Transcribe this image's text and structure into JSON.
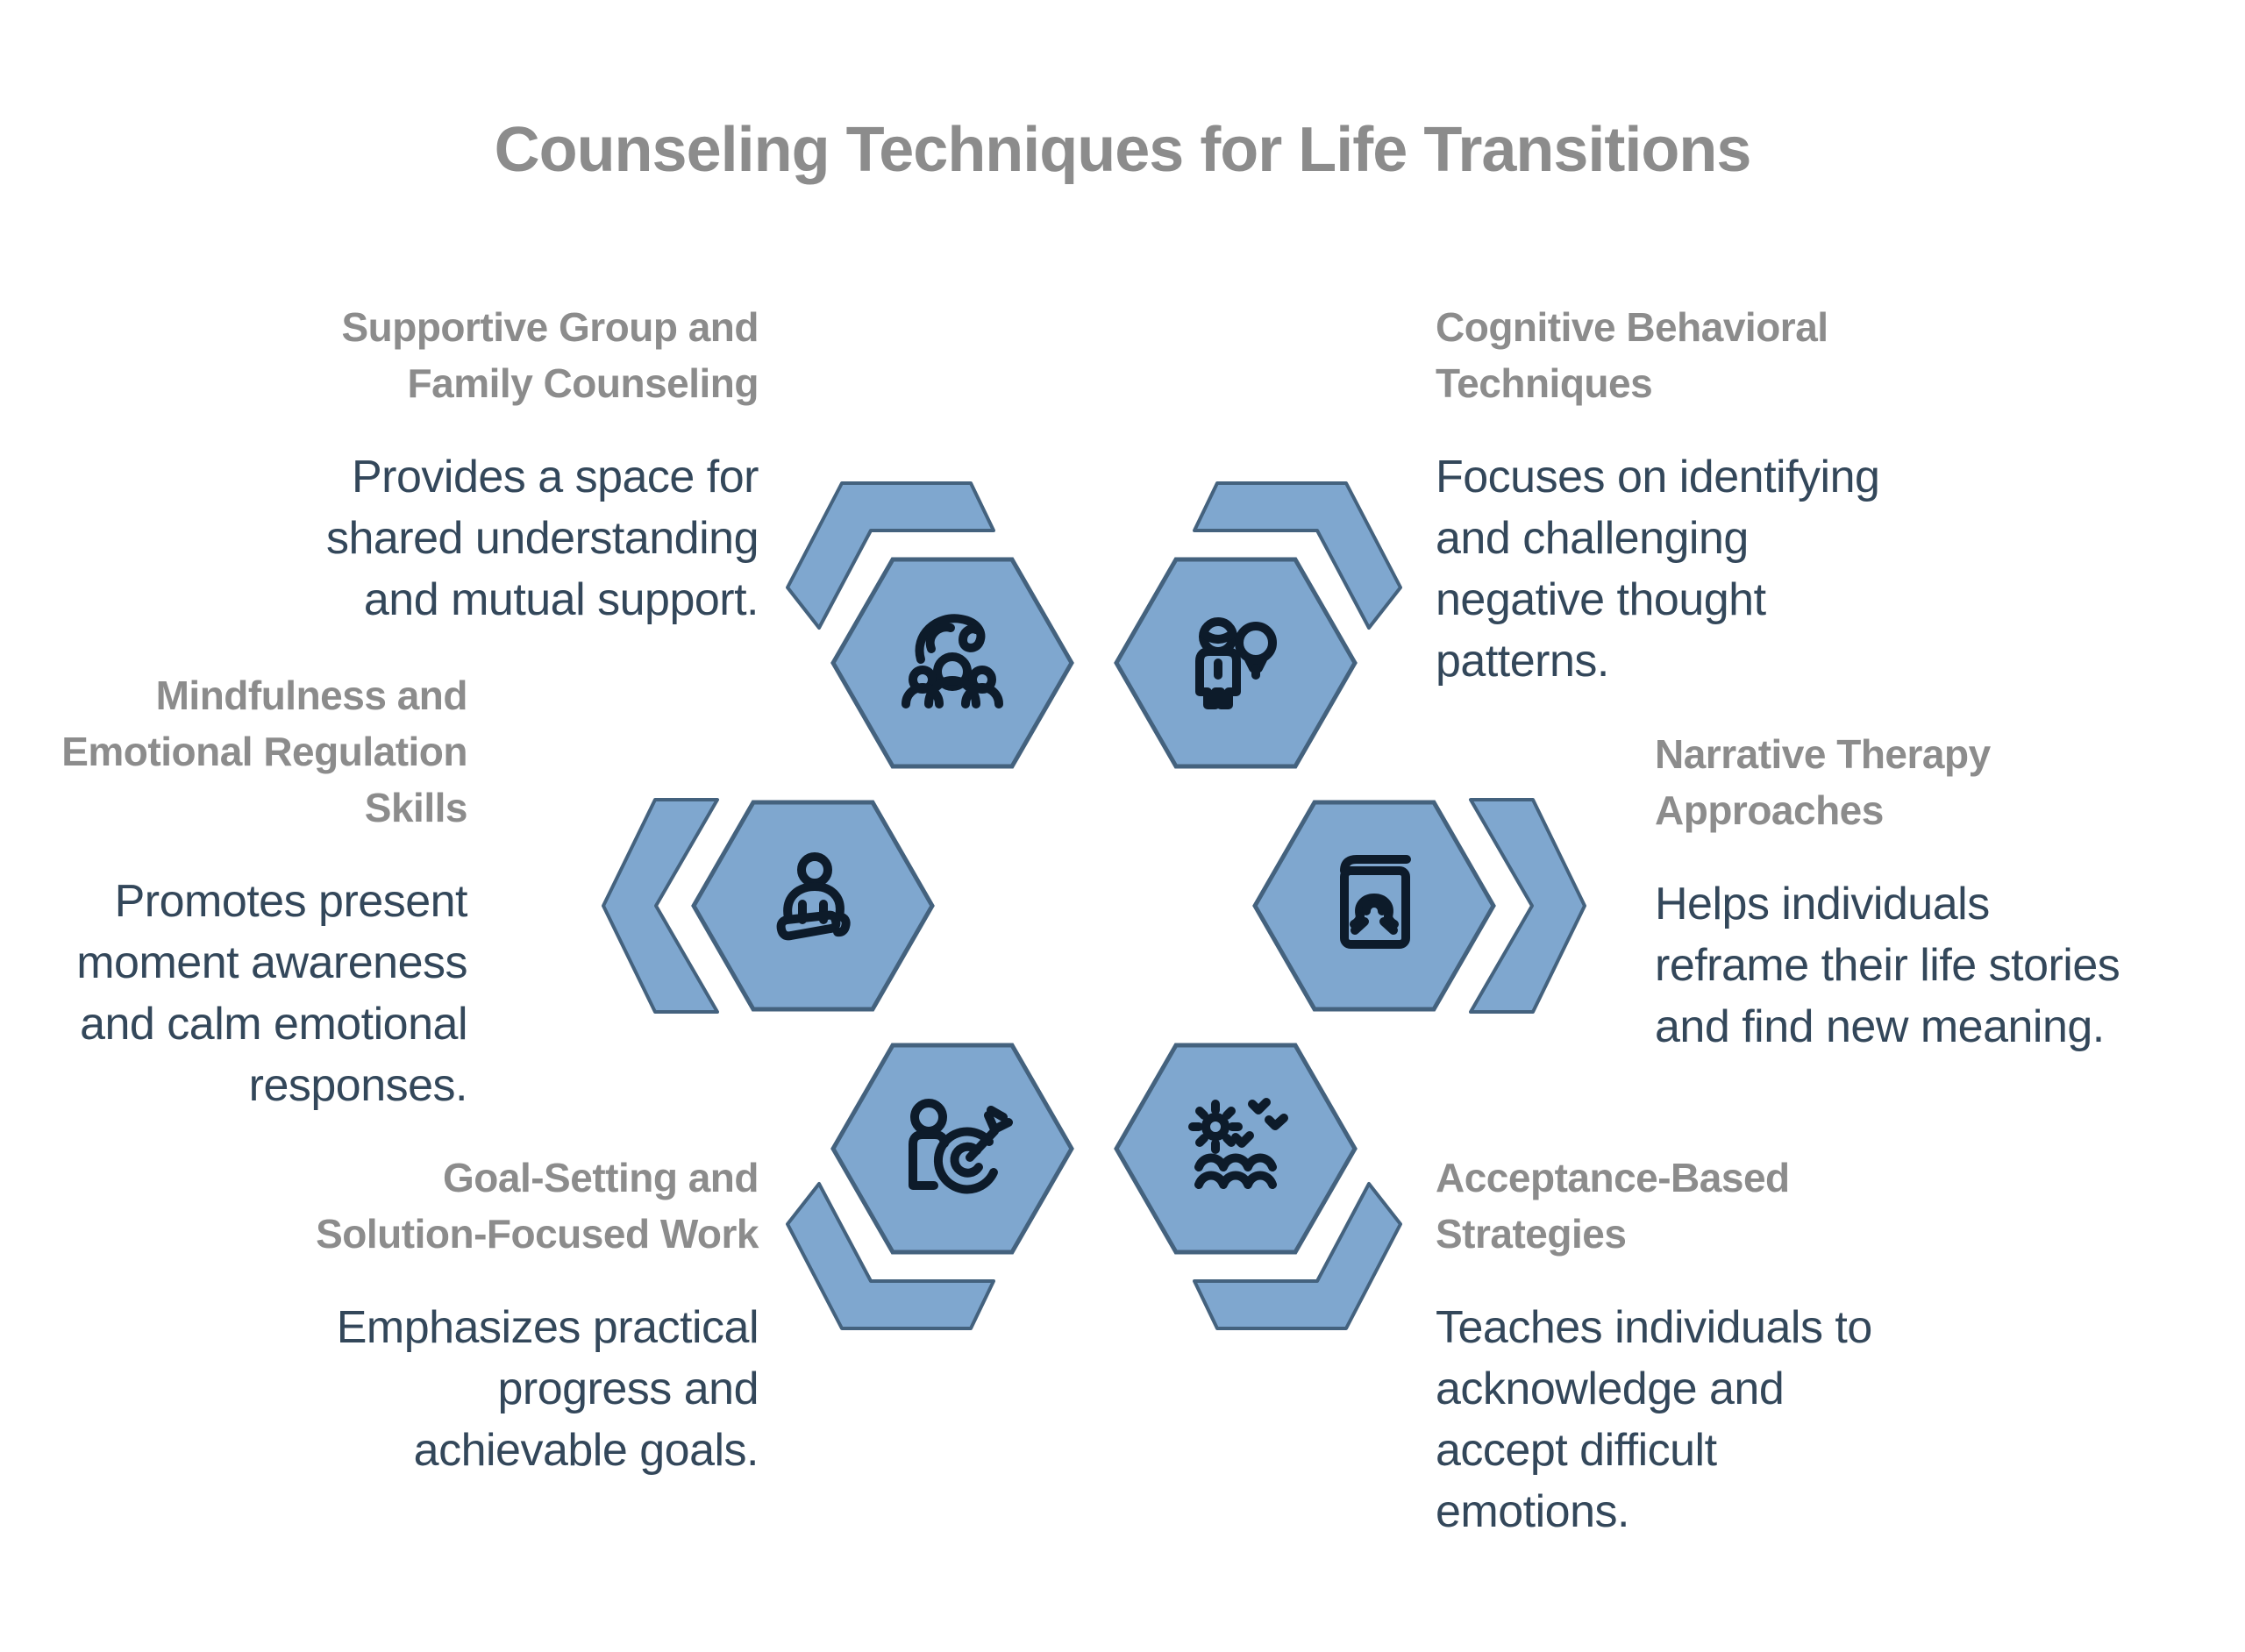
{
  "title": "Counseling Techniques for Life Transitions",
  "colors": {
    "background": "#ffffff",
    "hexagon_fill": "#7fa7cf",
    "hexagon_border": "#44627e",
    "icon_stroke": "#0d1b2a",
    "heading_text": "#8c8c8c",
    "body_text": "#33475a"
  },
  "items": [
    {
      "id": "supportive-group-family-counseling",
      "heading": "Supportive Group and\nFamily Counseling",
      "body": "Provides a space for\nshared understanding\nand mutual support.",
      "icon": "hand-over-group-icon",
      "position": "top-left"
    },
    {
      "id": "cognitive-behavioral-techniques",
      "heading": "Cognitive Behavioral\nTechniques",
      "body": "Focuses on identifying\nand challenging\nnegative thought\npatterns.",
      "icon": "person-thought-balloon-icon",
      "position": "top-right"
    },
    {
      "id": "mindfulness-emotional-regulation",
      "heading": "Mindfulness and\nEmotional Regulation\nSkills",
      "body": "Promotes present\nmoment awareness\nand calm emotional\nresponses.",
      "icon": "meditation-person-icon",
      "position": "middle-left"
    },
    {
      "id": "narrative-therapy-approaches",
      "heading": "Narrative Therapy\nApproaches",
      "body": "Helps individuals\nreframe their life stories\nand find new meaning.",
      "icon": "storybook-portrait-icon",
      "position": "middle-right"
    },
    {
      "id": "goal-setting-solution-focused",
      "heading": "Goal-Setting and\nSolution-Focused Work",
      "body": "Emphasizes practical\nprogress and\nachievable goals.",
      "icon": "person-target-arrow-icon",
      "position": "bottom-left"
    },
    {
      "id": "acceptance-based-strategies",
      "heading": "Acceptance-Based\nStrategies",
      "body": "Teaches individuals to\nacknowledge and\naccept difficult\nemotions.",
      "icon": "sun-birds-waves-icon",
      "position": "bottom-right"
    }
  ]
}
